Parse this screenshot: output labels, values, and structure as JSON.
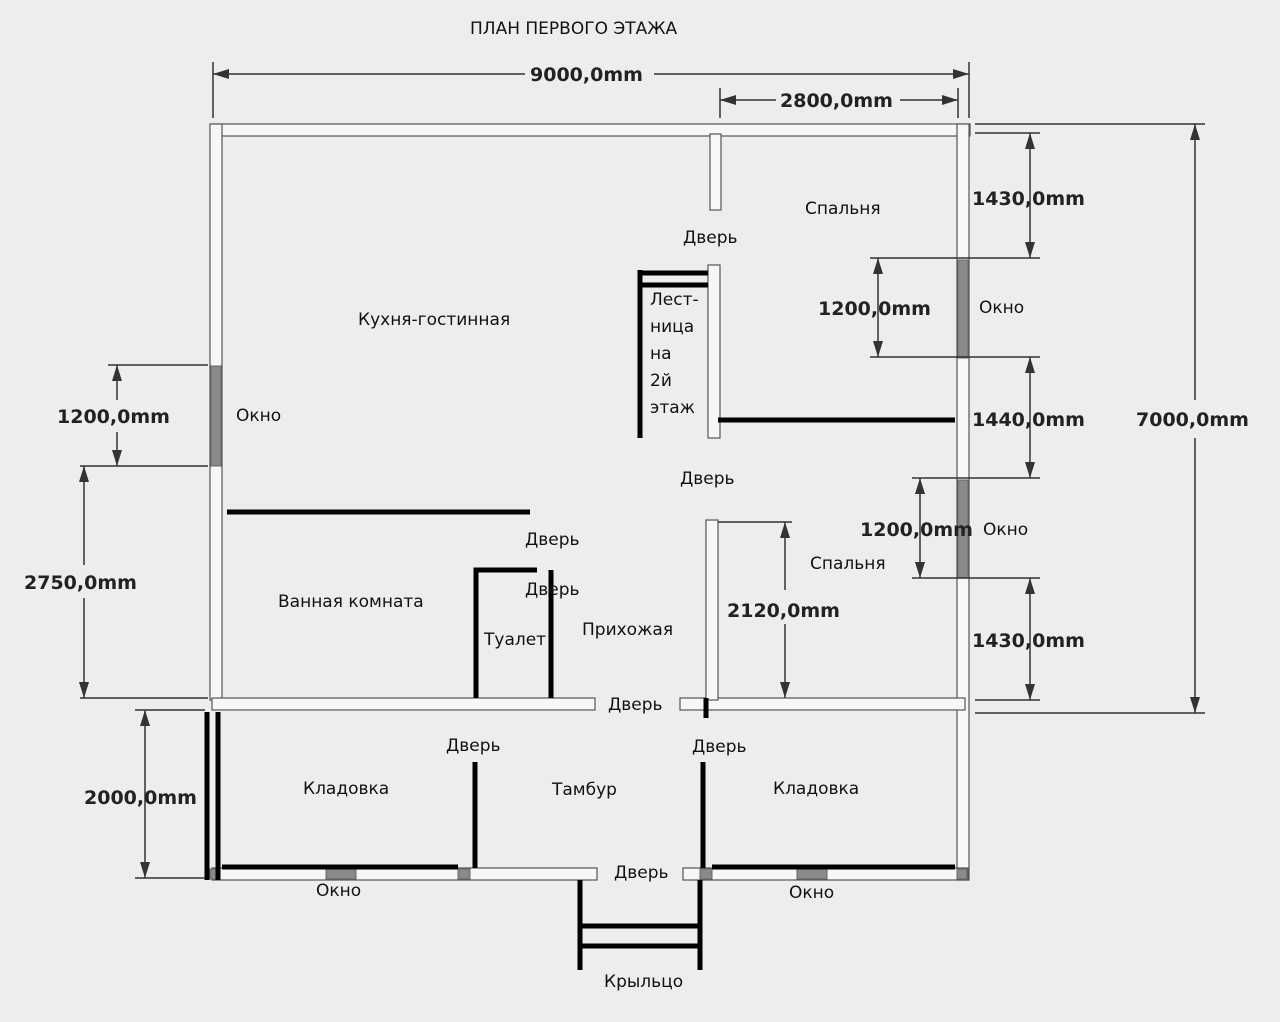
{
  "title": "ПЛАН ПЕРВОГО ЭТАЖА",
  "rooms": {
    "kitchen_living": "Кухня-гостинная",
    "bedroom_top": "Спальня",
    "bedroom_right": "Спальня",
    "stairs": [
      "Лест-",
      "ница",
      "на",
      "2й",
      "этаж"
    ],
    "bathroom": "Ванная комната",
    "toilet": "Туалет",
    "hallway": "Прихожая",
    "storage_left": "Кладовка",
    "storage_right": "Кладовка",
    "vestibule": "Тамбур",
    "porch": "Крыльцо"
  },
  "doors": {
    "bedroom_top": "Дверь",
    "bedroom_right": "Дверь",
    "bathroom": "Дверь",
    "toilet": "Дверь",
    "hallway": "Дверь",
    "storage_left": "Дверь",
    "storage_right": "Дверь",
    "entrance": "Дверь"
  },
  "windows": {
    "left": "Окно",
    "right_top": "Окно",
    "right_middle": "Окно",
    "bottom_left": "Окно",
    "bottom_right": "Окно"
  },
  "dimensions": {
    "total_width": "9000,0mm",
    "bedroom_width": "2800,0mm",
    "right_1430_top": "1430,0mm",
    "right_window_top": "1200,0mm",
    "right_1440": "1440,0mm",
    "right_window_middle": "1200,0mm",
    "right_1430_bottom": "1430,0mm",
    "total_height": "7000,0mm",
    "left_window": "1200,0mm",
    "left_2750": "2750,0mm",
    "left_2000": "2000,0mm",
    "inner_2120": "2120,0mm"
  },
  "colors": {
    "background": "#ededed",
    "wall_fill": "#f7f7f7",
    "window_fill": "#8a8a8a",
    "partition": "#000000"
  }
}
